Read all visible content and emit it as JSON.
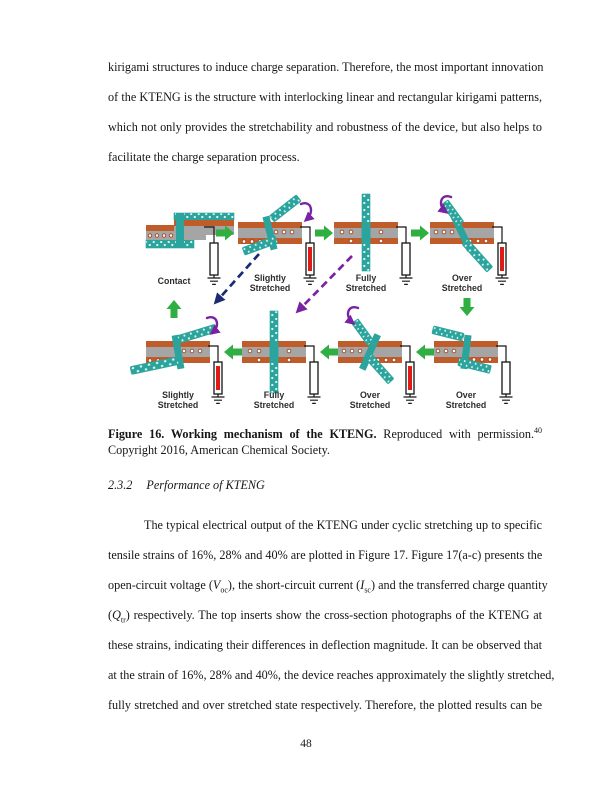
{
  "document": {
    "page_number": "48"
  },
  "paragraph1": {
    "lines": [
      "kirigami structures to induce charge separation. Therefore, the most important innovation",
      "of the KTENG is the structure with interlocking linear and rectangular kirigami patterns,",
      "which not only provides the stretchability and robustness of the device, but also helps to",
      "facilitate the charge separation process."
    ]
  },
  "figure": {
    "caption_bold": "Figure 16. Working mechanism of the KTENG.",
    "caption_rest": " Reproduced with permission.",
    "caption_ref": "40",
    "caption_line2": "Copyright 2016, American Chemical Society.",
    "top_labels": [
      [
        "Contact",
        ""
      ],
      [
        "Slightly",
        "Stretched"
      ],
      [
        "Fully",
        "Stretched"
      ],
      [
        "Over",
        "Stretched"
      ]
    ],
    "bottom_labels": [
      [
        "Slightly",
        "Stretched"
      ],
      [
        "Fully",
        "Stretched"
      ],
      [
        "Over",
        "Stretched"
      ],
      [
        "Over",
        "Stretched"
      ]
    ],
    "colors": {
      "orange": "#c05c2a",
      "gray": "#a5a5a6",
      "teal": "#2aa49c",
      "dot": "#e3f6f3",
      "green": "#2fae42",
      "purple": "#7a23a2",
      "navy": "#1c2a74",
      "red": "#dd1c18",
      "charge": "#a5431a"
    }
  },
  "heading": {
    "number": "2.3.2",
    "title": "Performance of KTENG"
  },
  "paragraph2": {
    "line1": "The typical electrical output of the KTENG under cyclic stretching up to specific",
    "line2": "tensile strains of 16%, 28% and 40% are plotted in Figure 17. Figure 17(a-c) presents the",
    "line3": {
      "t1": "open-circuit voltage (",
      "v": "V",
      "vsub": "oc",
      "t2": "), the short-circuit current (",
      "i": "I",
      "isub": "sc",
      "t3": ") and the transferred charge quantity"
    },
    "line4": {
      "t1": "(",
      "q": "Q",
      "qsub": "tr",
      "t2": ") respectively. The top inserts show the cross-section photographs of the KTENG at"
    },
    "line5": "these strains, indicating their differences in deflection magnitude. It can be observed that",
    "line6": "at the strain of 16%, 28% and 40%, the device reaches approximately the slightly stretched,",
    "line7": "fully stretched and over stretched state respectively. Therefore, the plotted results can be"
  }
}
